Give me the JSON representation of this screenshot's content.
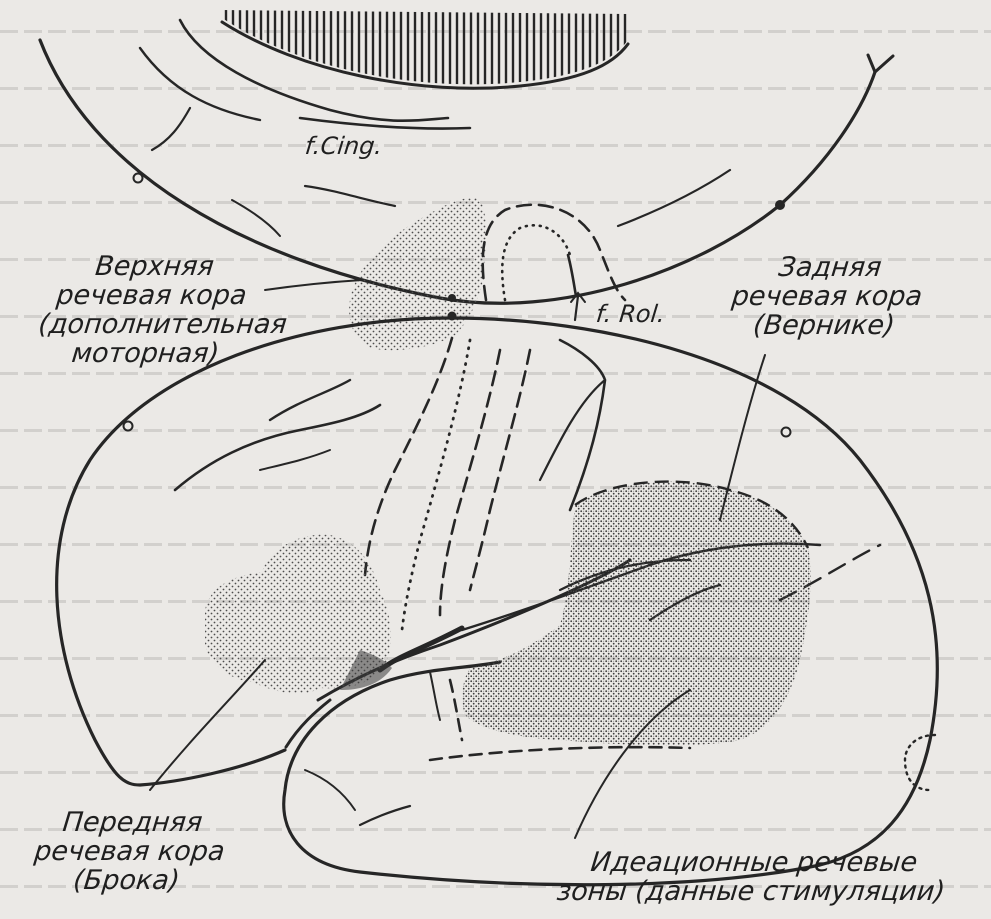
{
  "labels": {
    "f_cing": "f.Cing.",
    "f_rol": "f. Rol.",
    "upper": [
      "Верхняя",
      "речевая кора",
      "(дополнительная",
      "моторная)"
    ],
    "posterior": [
      "Задняя",
      "речевая кора",
      "(Вернике)"
    ],
    "anterior": [
      "Передняя",
      "речевая кора",
      "(Брока)"
    ],
    "ideational": [
      "Идеационные речевые",
      "зоны (данные стимуляции)"
    ]
  },
  "colors": {
    "ink": "#262626",
    "paper": "#ebe9e6",
    "stipple": "#5a5a5a"
  }
}
